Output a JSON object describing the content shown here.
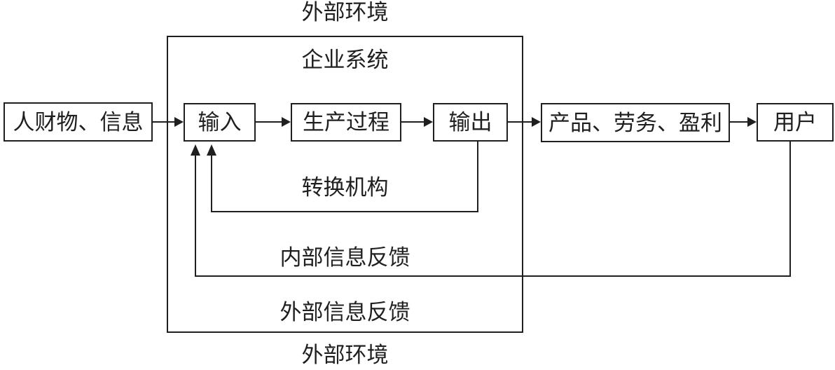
{
  "diagram": {
    "labels": {
      "external_env_top": "外部环境",
      "enterprise_system": "企业系统",
      "conversion_mechanism": "转换机构",
      "internal_feedback": "内部信息反馈",
      "external_feedback": "外部信息反馈",
      "external_env_bottom": "外部环境"
    },
    "nodes": {
      "resources": "人财物、信息",
      "input": "输入",
      "process": "生产过程",
      "output": "输出",
      "products": "产品、劳务、盈利",
      "user": "用户"
    },
    "edges": [
      {
        "from": "人财物、信息",
        "to": "输入",
        "type": "flow"
      },
      {
        "from": "输入",
        "to": "生产过程",
        "type": "flow"
      },
      {
        "from": "生产过程",
        "to": "输出",
        "type": "flow"
      },
      {
        "from": "输出",
        "to": "产品、劳务、盈利",
        "type": "flow"
      },
      {
        "from": "产品、劳务、盈利",
        "to": "用户",
        "type": "flow"
      },
      {
        "from": "输出",
        "to": "输入",
        "type": "feedback",
        "label": "内部信息反馈"
      },
      {
        "from": "用户",
        "to": "输入",
        "type": "feedback",
        "label": "外部信息反馈"
      }
    ],
    "colors": {
      "line": "#1f1f1f",
      "text": "#1f1f1f",
      "background": "#ffffff"
    }
  }
}
